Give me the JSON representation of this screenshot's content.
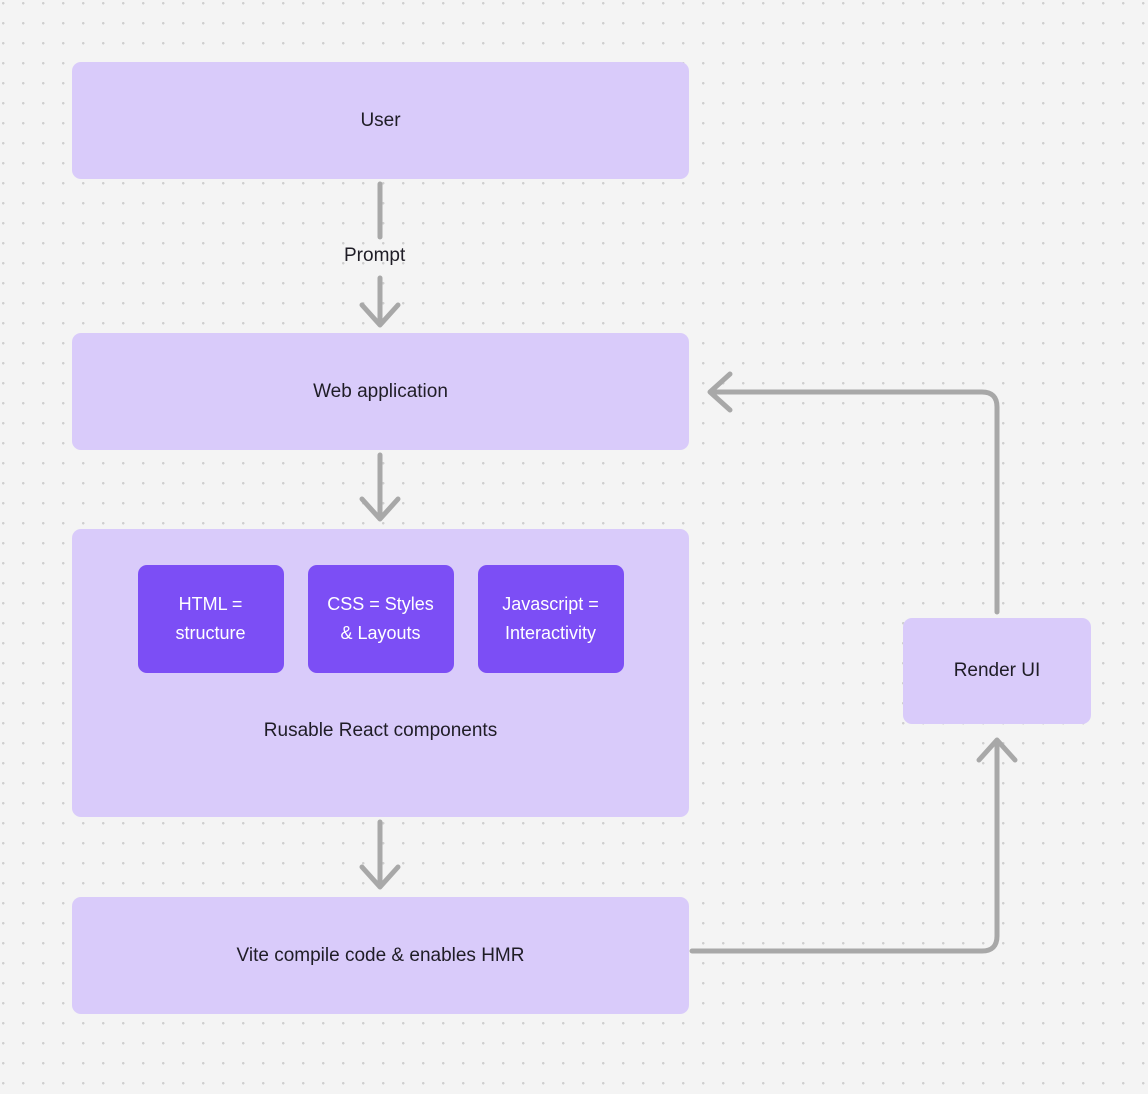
{
  "canvas": {
    "background_color": "#f4f4f4",
    "dot_color": "#cfcfcf",
    "node_fill": "#d9cbfa",
    "chip_fill": "#7c4ef5",
    "edge_color": "#a8a8a8",
    "text_color": "#1f1d26",
    "chip_text_color": "#ffffff"
  },
  "nodes": {
    "user": {
      "label": "User"
    },
    "web_application": {
      "label": "Web application"
    },
    "components": {
      "caption": "Rusable React components",
      "chips": [
        {
          "label": "HTML = structure",
          "line1": "HTML =",
          "line2": "structure"
        },
        {
          "label": "CSS = Styles & Layouts",
          "line1": "CSS = Styles",
          "line2": "& Layouts"
        },
        {
          "label": "Javascript = Interactivity",
          "line1": "Javascript =",
          "line2": "Interactivity"
        }
      ]
    },
    "vite": {
      "label": "Vite compile code & enables HMR"
    },
    "render_ui": {
      "label": "Render UI"
    }
  },
  "edges": [
    {
      "from": "user",
      "to": "web_application",
      "label": "Prompt",
      "direction": "down"
    },
    {
      "from": "web_application",
      "to": "components",
      "label": "",
      "direction": "down"
    },
    {
      "from": "components",
      "to": "vite",
      "label": "",
      "direction": "down"
    },
    {
      "from": "vite",
      "to": "render_ui",
      "label": "",
      "direction": "up-elbow"
    },
    {
      "from": "render_ui",
      "to": "web_application",
      "label": "",
      "direction": "left-elbow"
    }
  ]
}
